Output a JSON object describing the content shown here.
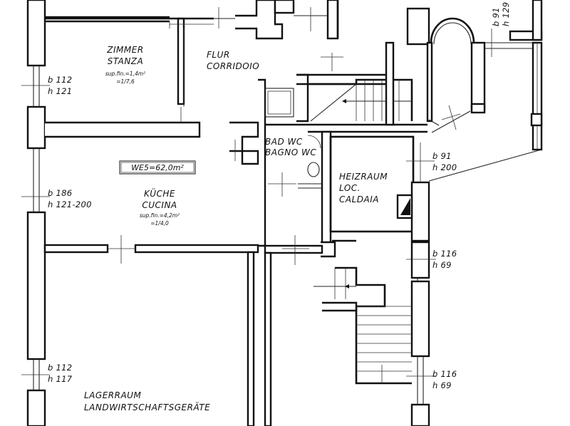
{
  "rooms": {
    "zimmer": [
      "ZIMMER",
      "STANZA"
    ],
    "zimmer_sup": [
      "sup.fin.=1,4m²",
      "=1/7,6"
    ],
    "flur": [
      "FLUR",
      "CORRIDOIO"
    ],
    "bad": [
      "BAD WC",
      "BAGNO WC"
    ],
    "heizraum": [
      "HEIZRAUM",
      "LOC.",
      "CALDAIA"
    ],
    "kueche": [
      "KÜCHE",
      "CUCINA"
    ],
    "kueche_sup": [
      "sup.fin.=4,2m²",
      "=1/4,0"
    ],
    "lager": [
      "LAGERRAUM",
      "LANDWIRTSCHAFTSGERÄTE"
    ]
  },
  "unit_area": "WE5=62,0m²",
  "openings": {
    "w1": [
      "b 112",
      "h 121"
    ],
    "w2": [
      "b 186",
      "h 121-200"
    ],
    "w3": [
      "b 112",
      "h 117"
    ],
    "w4": [
      "b 91",
      "h 129"
    ],
    "w5": [
      "b 91",
      "h 200"
    ],
    "w6": [
      "b 116",
      "h 69"
    ],
    "w7": [
      "b 116",
      "h 69"
    ]
  }
}
